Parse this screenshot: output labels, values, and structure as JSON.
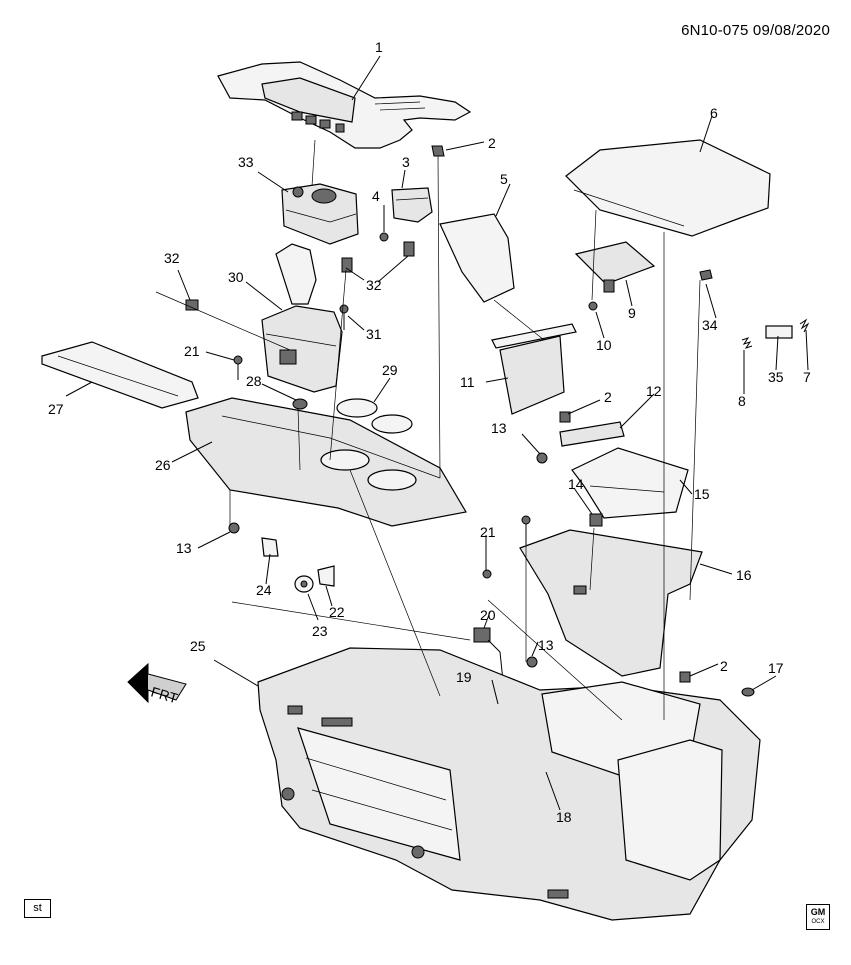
{
  "header": {
    "diagram_code": "6N10-075 09/08/2020"
  },
  "footer": {
    "box_label": "st",
    "logo_text": "GM",
    "logo_subtext": "OCX"
  },
  "direction": {
    "label": "FRT"
  },
  "callouts": {
    "c1": "1",
    "c2": "2",
    "c3": "3",
    "c4": "4",
    "c5": "5",
    "c6": "6",
    "c7": "7",
    "c8": "8",
    "c9": "9",
    "c10": "10",
    "c11": "11",
    "c12": "12",
    "c13": "13",
    "c14": "14",
    "c15": "15",
    "c16": "16",
    "c17": "17",
    "c18": "18",
    "c19": "19",
    "c20": "20",
    "c21": "21",
    "c22": "22",
    "c23": "23",
    "c24": "24",
    "c25": "25",
    "c26": "26",
    "c27": "27",
    "c28": "28",
    "c29": "29",
    "c30": "30",
    "c31": "31",
    "c32": "32",
    "c33": "33",
    "c34": "34",
    "c35": "35"
  }
}
